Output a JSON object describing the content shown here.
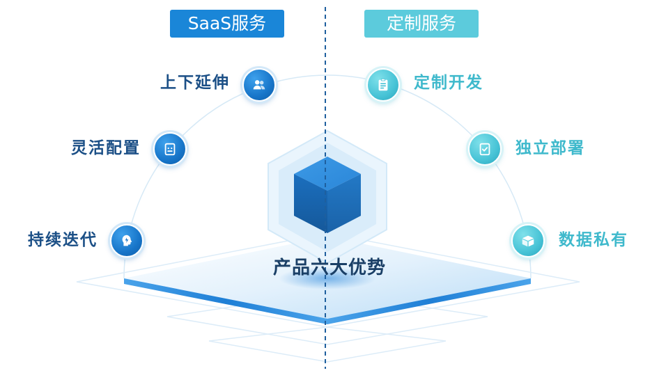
{
  "tags": {
    "saas": "SaaS服务",
    "custom": "定制服务"
  },
  "center": {
    "title": "产品六大优势"
  },
  "features_left": [
    {
      "label": "上下延伸",
      "icon": "users-icon"
    },
    {
      "label": "灵活配置",
      "icon": "clipboard-face-icon"
    },
    {
      "label": "持续迭代",
      "icon": "head-lightning-icon"
    }
  ],
  "features_right": [
    {
      "label": "定制开发",
      "icon": "clipboard-list-icon"
    },
    {
      "label": "独立部署",
      "icon": "clipboard-check-icon"
    },
    {
      "label": "数据私有",
      "icon": "box-icon"
    }
  ],
  "colors": {
    "saas_blue": "#1a86d8",
    "custom_cyan": "#5ccbdc",
    "left_text": "#1b4f86",
    "right_text": "#3fb9cc",
    "cube": "#1c76c6"
  }
}
